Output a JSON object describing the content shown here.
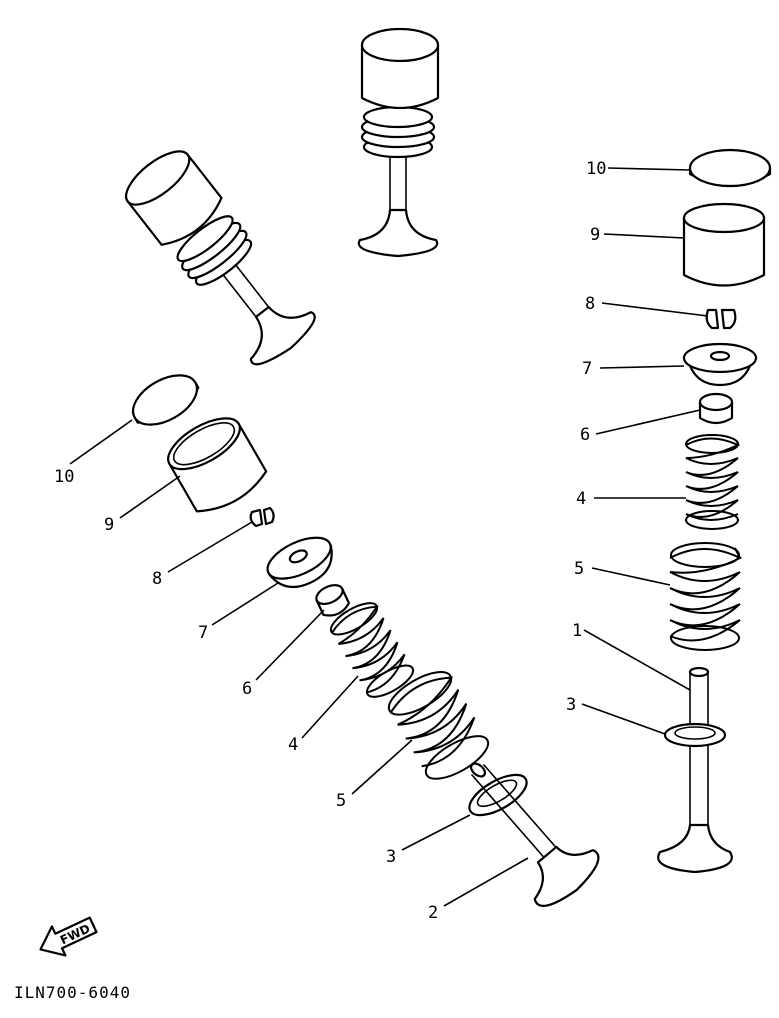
{
  "diagram_code": "ILN700-6040",
  "fwd_label": "FWD",
  "callouts": {
    "right": {
      "p10": "10",
      "p9": "9",
      "p8": "8",
      "p7": "7",
      "p6": "6",
      "p4": "4",
      "p5": "5",
      "p1": "1",
      "p3": "3"
    },
    "left": {
      "p10": "10",
      "p9": "9",
      "p8": "8",
      "p7": "7",
      "p6": "6",
      "p4": "4",
      "p5": "5",
      "p3": "3",
      "p2": "2"
    }
  }
}
